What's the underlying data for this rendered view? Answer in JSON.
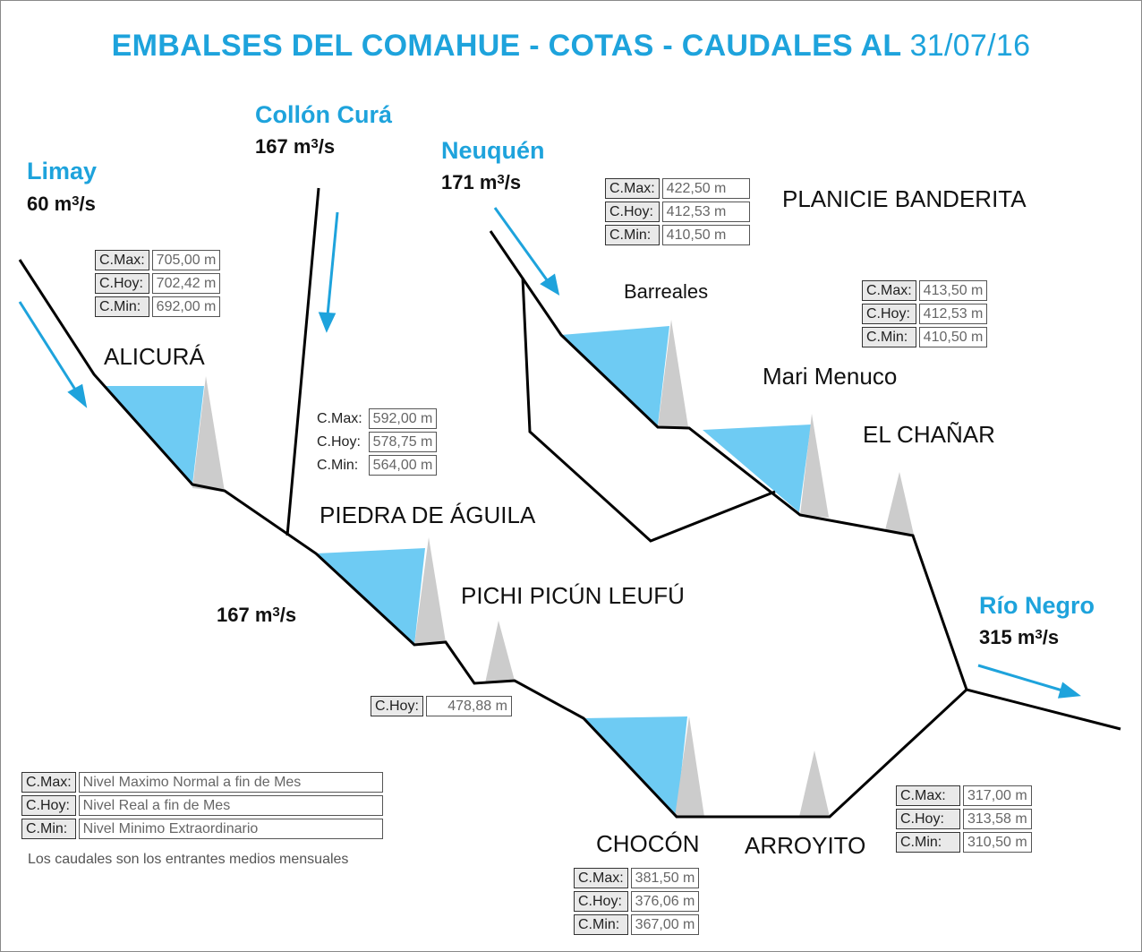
{
  "title": {
    "main": "EMBALSES DEL COMAHUE  - COTAS - CAUDALES AL",
    "date": "31/07/16"
  },
  "rivers": {
    "limay": {
      "name": "Limay",
      "flow": "60 m",
      "unit": "3",
      "unit_tail": "/s"
    },
    "collon_cura": {
      "name": "Collón Curá",
      "flow": "167 m",
      "unit": "3",
      "unit_tail": "/s"
    },
    "neuquen": {
      "name": "Neuquén",
      "flow": "171 m",
      "unit": "3",
      "unit_tail": "/s"
    },
    "limay_mid": {
      "flow": "167 m",
      "unit": "3",
      "unit_tail": "/s"
    },
    "rio_negro": {
      "name": "Río Negro",
      "flow": "315 m",
      "unit": "3",
      "unit_tail": "/s"
    }
  },
  "dams": {
    "alicura": {
      "name": "ALICURÁ",
      "max_label": "C.Max:",
      "max": "705,00 m",
      "hoy_label": "C.Hoy:",
      "hoy": "702,42 m",
      "min_label": "C.Min:",
      "min": "692,00 m"
    },
    "piedra": {
      "name": "PIEDRA DE ÁGUILA",
      "max_label": "C.Max:",
      "max": "592,00 m",
      "hoy_label": "C.Hoy:",
      "hoy": "578,75 m",
      "min_label": "C.Min:",
      "min": "564,00 m"
    },
    "pichi": {
      "name": "PICHI PICÚN LEUFÚ",
      "hoy_label": "C.Hoy:",
      "hoy": "478,88 m"
    },
    "chocon": {
      "name": "CHOCÓN",
      "max_label": "C.Max:",
      "max": "381,50 m",
      "hoy_label": "C.Hoy:",
      "hoy": "376,06 m",
      "min_label": "C.Min:",
      "min": "367,00 m"
    },
    "arroyito": {
      "name": "ARROYITO",
      "max_label": "C.Max:",
      "max": "317,00 m",
      "hoy_label": "C.Hoy:",
      "hoy": "313,58 m",
      "min_label": "C.Min:",
      "min": "310,50 m"
    },
    "planicie": {
      "name": "PLANICIE BANDERITA",
      "max_label": "C.Max:",
      "max": "422,50 m",
      "hoy_label": "C.Hoy:",
      "hoy": "412,53 m",
      "min_label": "C.Min:",
      "min": "410,50 m"
    },
    "barreales": {
      "name": "Barreales"
    },
    "mari_menuco": {
      "name": "Mari Menuco",
      "max_label": "C.Max:",
      "max": "413,50 m",
      "hoy_label": "C.Hoy:",
      "hoy": "412,53 m",
      "min_label": "C.Min:",
      "min": "410,50 m"
    },
    "el_chanar": {
      "name": "EL CHAÑAR"
    }
  },
  "legend": {
    "max_label": "C.Max:",
    "max_text": "Nivel Maximo Normal a fin de Mes",
    "hoy_label": "C.Hoy:",
    "hoy_text": "Nivel Real a fin de Mes",
    "min_label": "C.Min:",
    "min_text": "Nivel Minimo Extraordinario",
    "note": "Los caudales son los entrantes medios mensuales"
  },
  "colors": {
    "water": "#6ecbf3",
    "dam": "#cccccc",
    "accent": "#1ea3dc",
    "river_line": "#000000"
  }
}
